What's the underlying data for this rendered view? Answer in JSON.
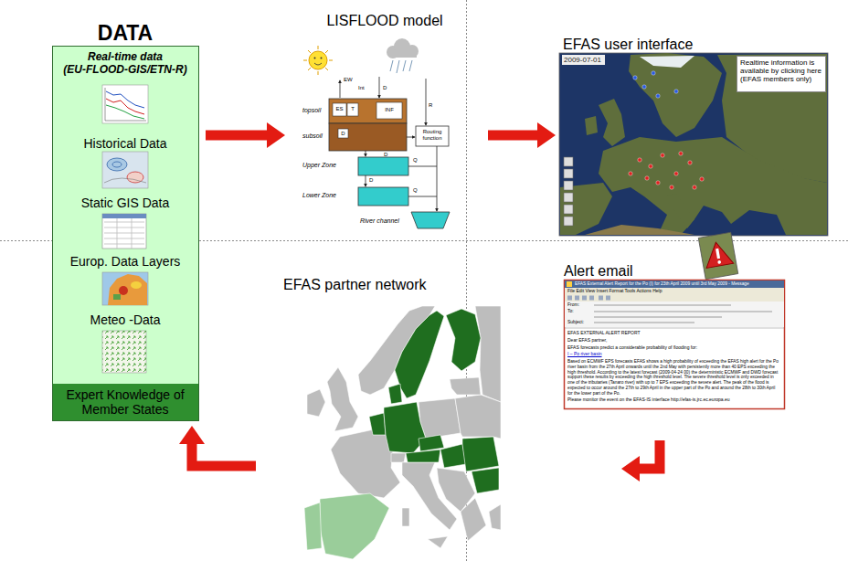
{
  "diagram": {
    "nodes": [
      {
        "text": [
          "DATA",
          "Real-time data (EU-FLOOD-GIS/ETN-R)",
          "Historical Data",
          "Static GIS Data",
          "Europ. Data Layers",
          "Meteo -Data"
        ]
      },
      {
        "text": [
          "Expert Knowledge of Member States"
        ],
        "in": 0
      },
      {
        "text": [
          "LISFLOOD model"
        ]
      },
      {
        "text": [
          "EFAS user interface"
        ]
      },
      {
        "text": [
          "Realtime information is available by clicking here (EFAS members only)"
        ],
        "in": 3
      },
      {
        "text": [
          "Alert email"
        ]
      },
      {
        "text": [
          "EFAS partner network"
        ]
      }
    ],
    "edges": [
      {
        "from": 0,
        "to": 2,
        "arrow": "to"
      },
      {
        "from": 2,
        "to": 3,
        "arrow": "to"
      },
      {
        "from": 5,
        "to": 6,
        "arrow": "to"
      },
      {
        "from": 6,
        "to": 0,
        "arrow": "to"
      }
    ],
    "labels": [
      "EW",
      "Int",
      "D",
      "R",
      "ES",
      "T",
      "INF",
      "topsoil",
      "subsoil",
      "D",
      "D",
      "Routing function",
      "Upper Zone",
      "Q",
      "D",
      "Lower Zone",
      "Q",
      "River channel",
      "2009-07-01",
      "EFAS External Alert Report for the Po (I) for 23th April 2009 until 3rd May 2009 - Message",
      "File Edit View Insert Format Tools Actions Help",
      "From:",
      "To:",
      "Subject:",
      "EFAS EXTERNAL ALERT REPORT",
      "Dear EFAS partner,",
      "EFAS forecasts predict a considerable probability of flooding for:",
      "I – Po river basin",
      "Based on ECMWF EPS forecasts EFAS shows a high probability of exceeding the EFAS high alert for the Po river basin from the 27th April onwards until the 2nd May with persistently more than 40 EPS exceeding the high threshold. According to the latest forecast (2009-04-24 00) the deterministic ECMWF and DWD forecast support these results by exceeding the high threshold level. The severe threshold level is only exceeded in one of the tributaries (Tanaro river) with up to 7 EPS exceeding the severe alert. The peak of the flood is expected to occur around the 27th to 29th April in the upper part of the Po and around the 28th to 30th April for the lower part of the Po.",
      "Please monitor the event on the EFAS-IS interface http://efas-is.jrc.ec.europa.eu"
    ]
  }
}
